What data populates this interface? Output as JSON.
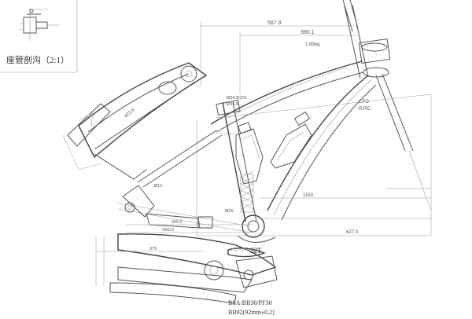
{
  "detail": {
    "caption": "座管剖沟（2:1）"
  },
  "dimensions": {
    "top_outer": "567.9",
    "top_inner": "390.1",
    "tt_slope_angle": "1.8deg",
    "bottle_width": "Ø34.9(ZS)",
    "seat_ref": "Ø31.6",
    "stay_ref_small": "Ø25",
    "rear_length": "423.6",
    "bottom_span": "627.3",
    "mid_span": "1150",
    "pivot_span": "505.5",
    "chainstay_span": "430±2",
    "ht_upper": "L:FD",
    "ht_lower": "R:RD",
    "dropout_label": "Ø12",
    "swingarm_dim": "379"
  },
  "chainring": {
    "label": "32T"
  },
  "bb_notes": {
    "line1": "BSA/BB30/PF30",
    "line2": "BB92(92mm±0.2)"
  }
}
